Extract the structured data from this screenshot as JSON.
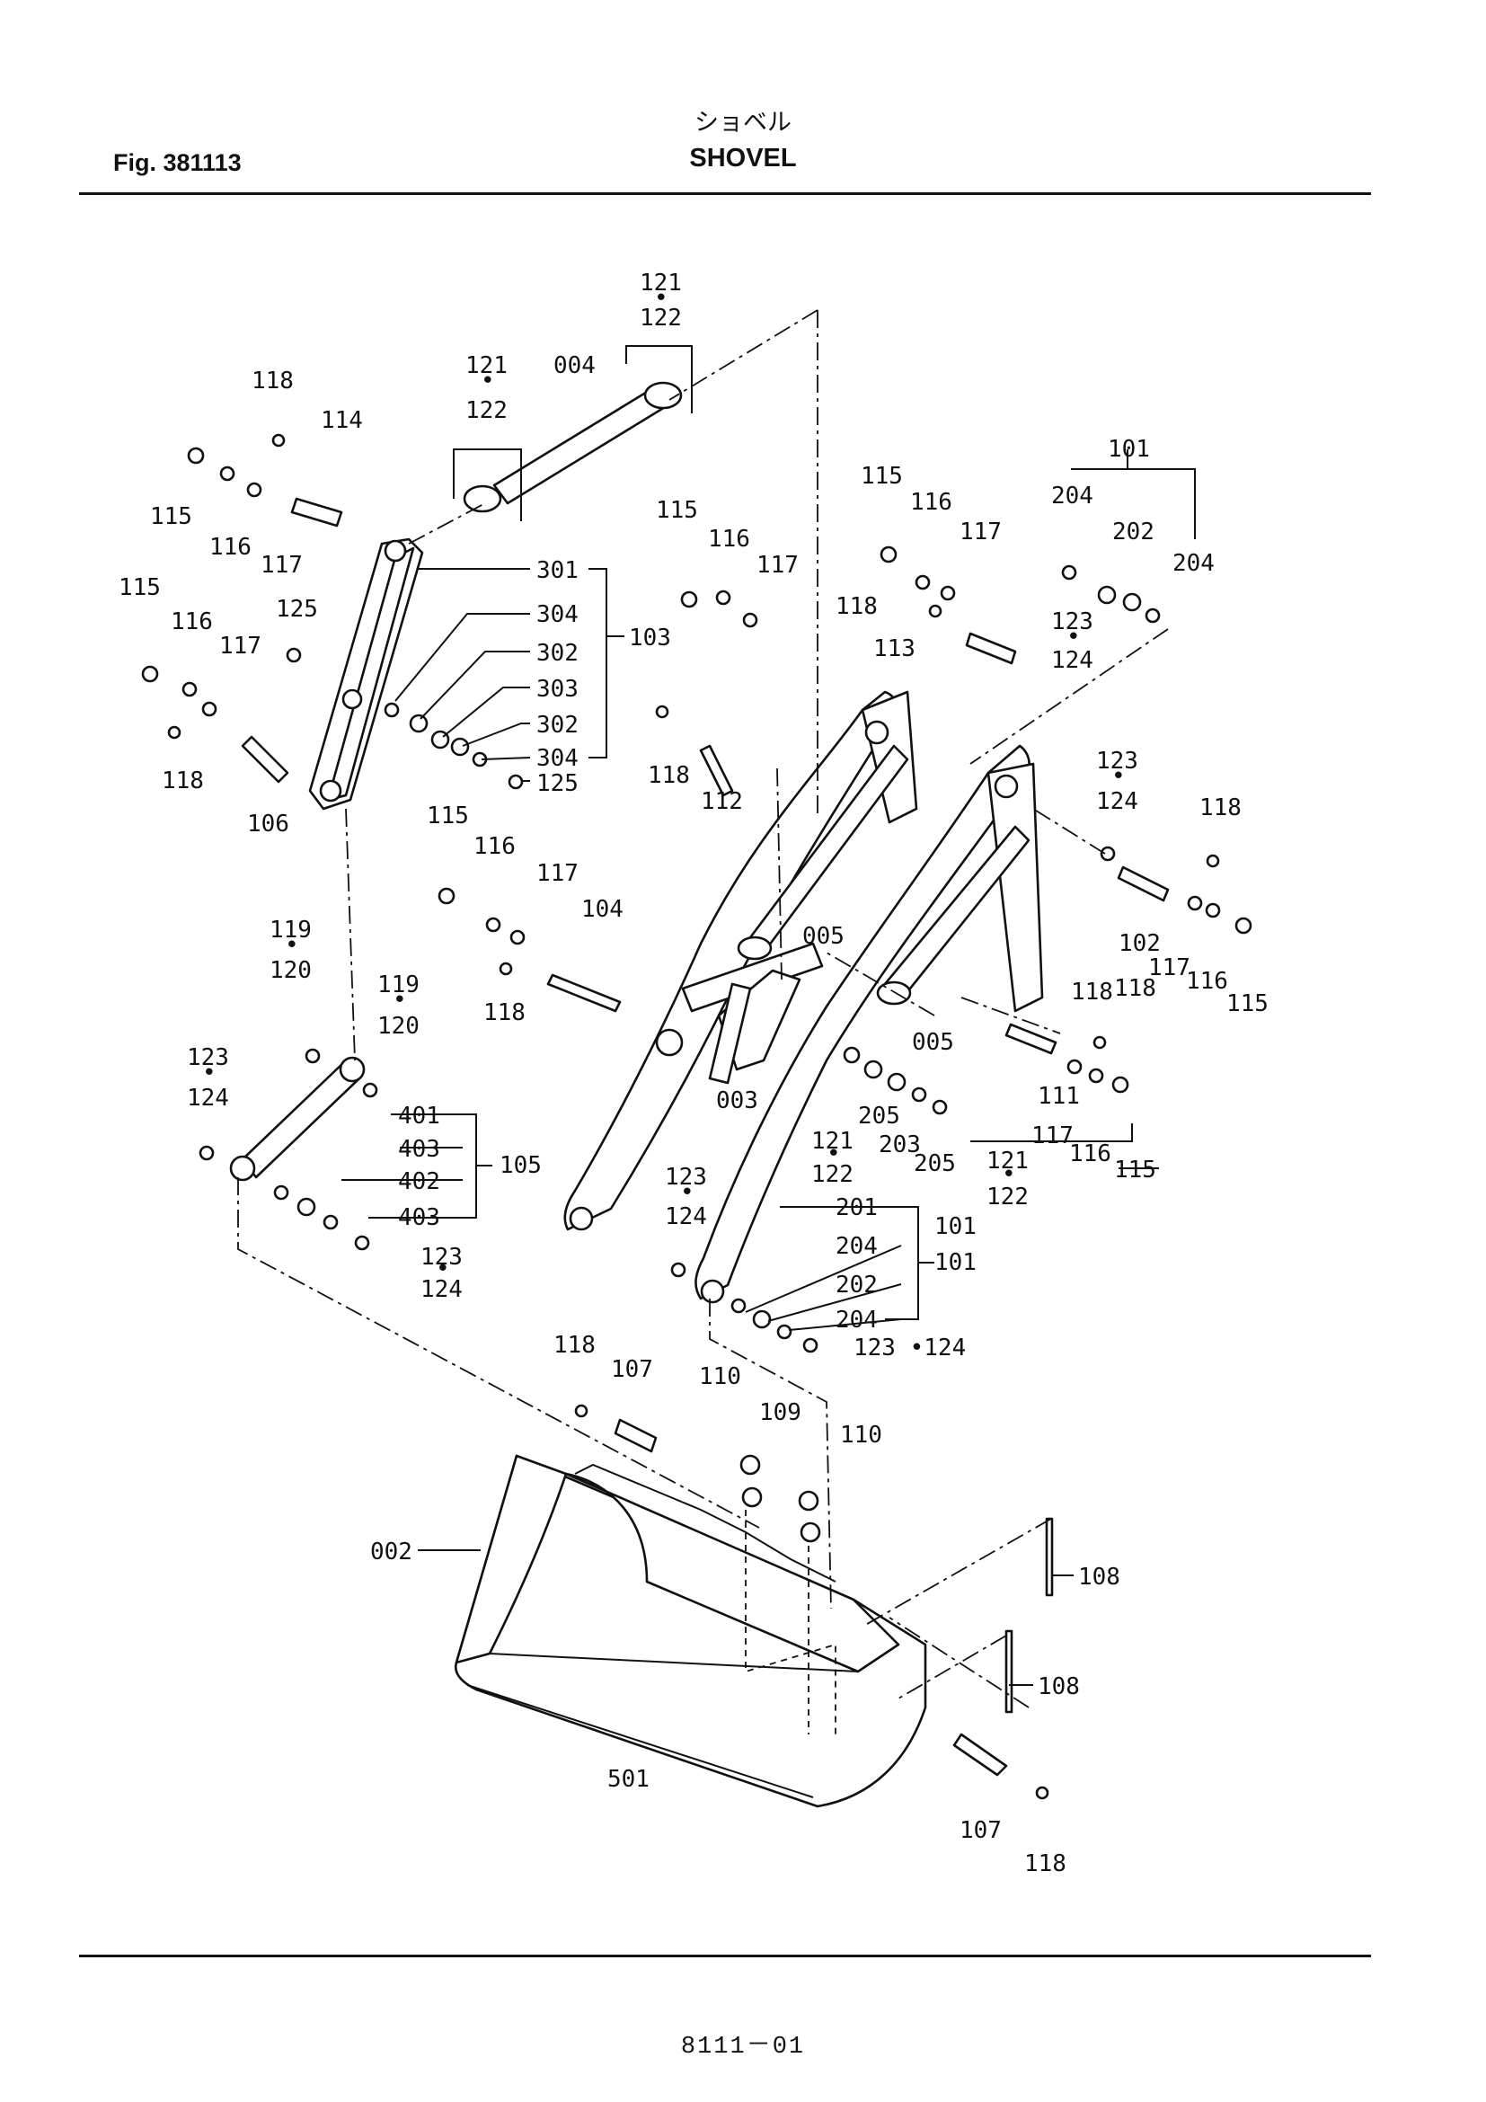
{
  "header": {
    "fig_number": "Fig.  381113",
    "title_jp": "ショベル",
    "title_en": "SHOVEL"
  },
  "footer": {
    "page_number": "8111－01"
  },
  "callouts": {
    "c002": "002",
    "c003": "003",
    "c004": "004",
    "c005a": "005",
    "c005b": "005",
    "c101a": "101",
    "c101b": "101",
    "c101c": "101",
    "c102": "102",
    "c103": "103",
    "c104": "104",
    "c105": "105",
    "c106": "106",
    "c107a": "107",
    "c107b": "107",
    "c108a": "108",
    "c108b": "108",
    "c109": "109",
    "c110a": "110",
    "c110b": "110",
    "c111": "111",
    "c112": "112",
    "c113": "113",
    "c114": "114",
    "c115a": "115",
    "c115b": "115",
    "c115c": "115",
    "c115d": "115",
    "c115e": "115",
    "c115f": "115",
    "c115g": "115",
    "c116a": "116",
    "c116b": "116",
    "c116c": "116",
    "c116d": "116",
    "c116e": "116",
    "c116f": "116",
    "c116g": "116",
    "c117a": "117",
    "c117b": "117",
    "c117c": "117",
    "c117d": "117",
    "c117e": "117",
    "c117f": "117",
    "c117g": "117",
    "c118a": "118",
    "c118b": "118",
    "c118c": "118",
    "c118d": "118",
    "c118e": "118",
    "c118f": "118",
    "c118g": "118",
    "c118h": "118",
    "c118i": "118",
    "c118j": "118",
    "c119a": "119",
    "c119b": "119",
    "c120a": "120",
    "c120b": "120",
    "c121a": "121",
    "c121b": "121",
    "c121c": "121",
    "c121d": "121",
    "c122a": "122",
    "c122b": "122",
    "c122c": "122",
    "c122d": "122",
    "c123a": "123",
    "c123b": "123",
    "c123c": "123",
    "c123d": "123",
    "c123e": "123",
    "c123f": "123",
    "c124a": "124",
    "c124b": "124",
    "c124c": "124",
    "c124d": "124",
    "c124e": "124",
    "c124f": "124",
    "c125a": "125",
    "c125b": "125",
    "c201": "201",
    "c202a": "202",
    "c202b": "202",
    "c203": "203",
    "c204a": "204",
    "c204b": "204",
    "c204c": "204",
    "c204d": "204",
    "c205a": "205",
    "c205b": "205",
    "c301": "301",
    "c302a": "302",
    "c302b": "302",
    "c303": "303",
    "c304a": "304",
    "c304b": "304",
    "c401": "401",
    "c402": "402",
    "c403a": "403",
    "c403b": "403",
    "c501": "501",
    "dot": "•",
    "dot_pair": "123 •124"
  }
}
